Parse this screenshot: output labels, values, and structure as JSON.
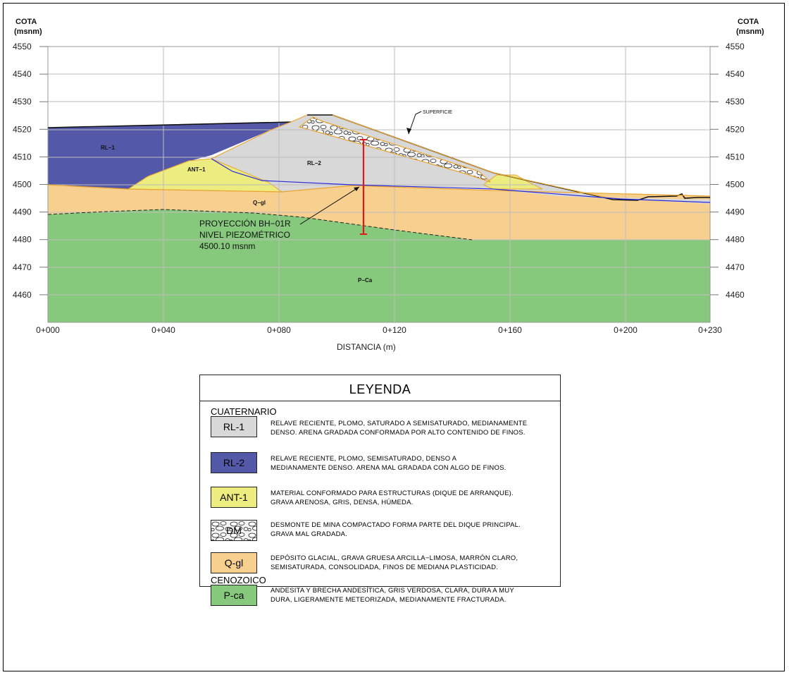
{
  "axes": {
    "left_title": [
      "COTA",
      "(msnm)"
    ],
    "right_title": [
      "COTA",
      "(msnm)"
    ],
    "y_ticks": [
      "4550",
      "4540",
      "4530",
      "4520",
      "4510",
      "4500",
      "4490",
      "4480",
      "4470",
      "4460"
    ],
    "x_ticks": [
      "0+000",
      "0+040",
      "0+080",
      "0+120",
      "0+160",
      "0+200",
      "0+230"
    ],
    "x_title": "DISTANCIA (m)"
  },
  "section_labels": {
    "rl1": "RL−1",
    "rl2": "RL−2",
    "ant1": "ANT−1",
    "qgl": "Q−gl",
    "pca": "P−Ca",
    "superficie": "SUPERFICIE",
    "borehole": [
      "PROYECCIÓN BH−01R",
      "NIVEL PIEZOMÉTRICO",
      "4500.10 msnm"
    ]
  },
  "colors": {
    "rl1_blue": "#5458a8",
    "rl2_gray": "#d8d8d8",
    "ant_yellow": "#ecec80",
    "qgl_orange": "#f7cf8e",
    "pca_green": "#86c97c",
    "water_line": "#2a2ad8",
    "borehole_red": "#e01818"
  },
  "legend": {
    "title": "LEYENDA",
    "group1": "CUATERNARIO",
    "group2": "CENOZOICO",
    "items": [
      {
        "code": "RL-1",
        "line1": "RELAVE RECIENTE, PLOMO, SATURADO A SEMISATURADO, MEDIANAMENTE",
        "line2": "DENSO. ARENA GRADADA CONFORMADA POR ALTO CONTENIDO DE FINOS."
      },
      {
        "code": "RL-2",
        "line1": "RELAVE RECIENTE, PLOMO, SEMISATURADO, DENSO A",
        "line2": "MEDIANAMENTE DENSO. ARENA MAL GRADADA CON ALGO DE FINOS."
      },
      {
        "code": "ANT-1",
        "line1": "MATERIAL CONFORMADO PARA ESTRUCTURAS (DIQUE DE ARRANQUE).",
        "line2": "GRAVA ARENOSA, GRIS, DENSA, HÚMEDA."
      },
      {
        "code": "DM",
        "line1": "DESMONTE DE MINA COMPACTADO FORMA PARTE DEL DIQUE PRINCIPAL.",
        "line2": "GRAVA MAL GRADADA."
      },
      {
        "code": "Q-gl",
        "line1": "DEPÓSITO GLACIAL, GRAVA GRUESA ARCILLA−LIMOSA, MARRÓN CLARO,",
        "line2": "SEMISATURADA, CONSOLIDADA, FINOS DE MEDIANA PLASTICIDAD."
      },
      {
        "code": "P-ca",
        "line1": "ANDESITA Y BRECHA ANDESÍTICA, GRIS VERDOSA, CLARA, DURA A MUY",
        "line2": "DURA, LIGERAMENTE METEORIZADA, MEDIANAMENTE FRACTURADA."
      }
    ]
  }
}
